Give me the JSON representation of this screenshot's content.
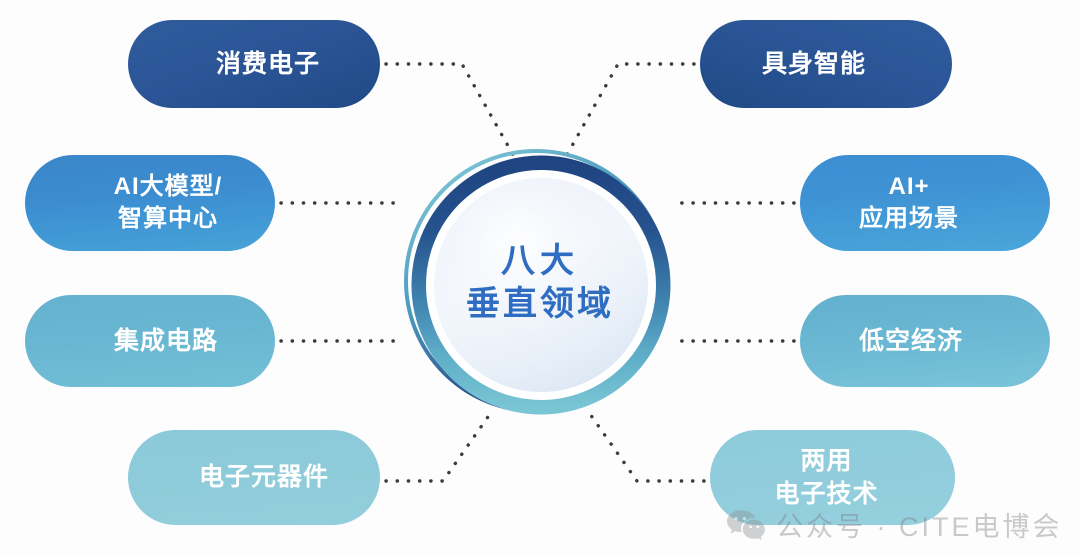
{
  "diagram": {
    "type": "hub-and-spoke",
    "center": {
      "line1": "八大",
      "line2": "垂直领域"
    },
    "nodes": [
      {
        "id": "consumer-electronics",
        "label": "消费电子",
        "side": "left",
        "row": 1,
        "color": "#2b5596"
      },
      {
        "id": "embodied-ai",
        "label": "具身智能",
        "side": "right",
        "row": 1,
        "color": "#2b5596"
      },
      {
        "id": "ai-model-center",
        "label": "AI大模型/\n智算中心",
        "side": "left",
        "row": 2,
        "color": "#3b8cd0"
      },
      {
        "id": "ai-plus-scenarios",
        "label": "AI+\n应用场景",
        "side": "right",
        "row": 2,
        "color": "#3f93d4"
      },
      {
        "id": "integrated-circuits",
        "label": "集成电路",
        "side": "left",
        "row": 3,
        "color": "#69b6d2"
      },
      {
        "id": "low-altitude-economy",
        "label": "低空经济",
        "side": "right",
        "row": 3,
        "color": "#6ab7d3"
      },
      {
        "id": "electronic-components",
        "label": "电子元器件",
        "side": "left",
        "row": 4,
        "color": "#8ecbda"
      },
      {
        "id": "dual-use-electronics",
        "label": "两用\n电子技术",
        "side": "right",
        "row": 4,
        "color": "#90ccdc"
      }
    ],
    "connector_style": "dotted",
    "connector_color": "#3b3b3b"
  },
  "watermark": {
    "text": "公众号 · CITE电博会",
    "icon": "wechat-icon",
    "color": "#7e8386"
  },
  "colors": {
    "background": "#fdfdfe",
    "center_text": "#2e6dc2",
    "ring_outer": "#2b4f86",
    "ring_inner_top": "#1d3f78",
    "ring_inner_bottom": "#6ec0d2",
    "ring_thin_accent": "#63b8cf"
  }
}
